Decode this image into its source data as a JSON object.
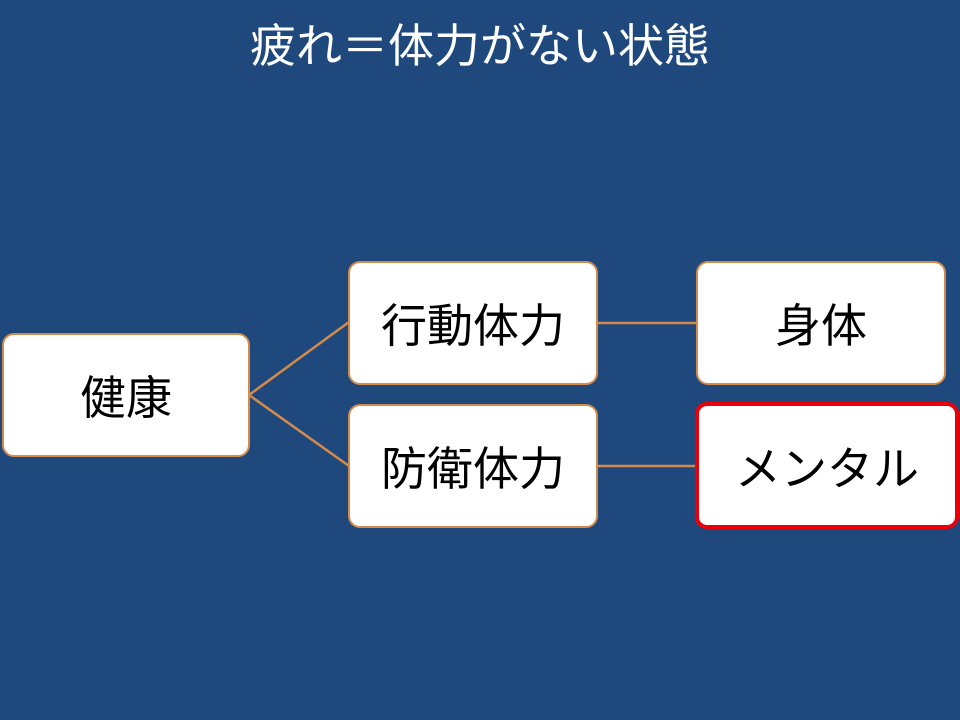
{
  "title": "疲れ＝体力がない状態",
  "nodes": {
    "root": "健康",
    "action": "行動体力",
    "defense": "防衛体力",
    "body": "身体",
    "mental": "メンタル"
  },
  "colors": {
    "background": "#1f497d",
    "connector": "#d48a4a",
    "highlight": "#e8000b"
  }
}
